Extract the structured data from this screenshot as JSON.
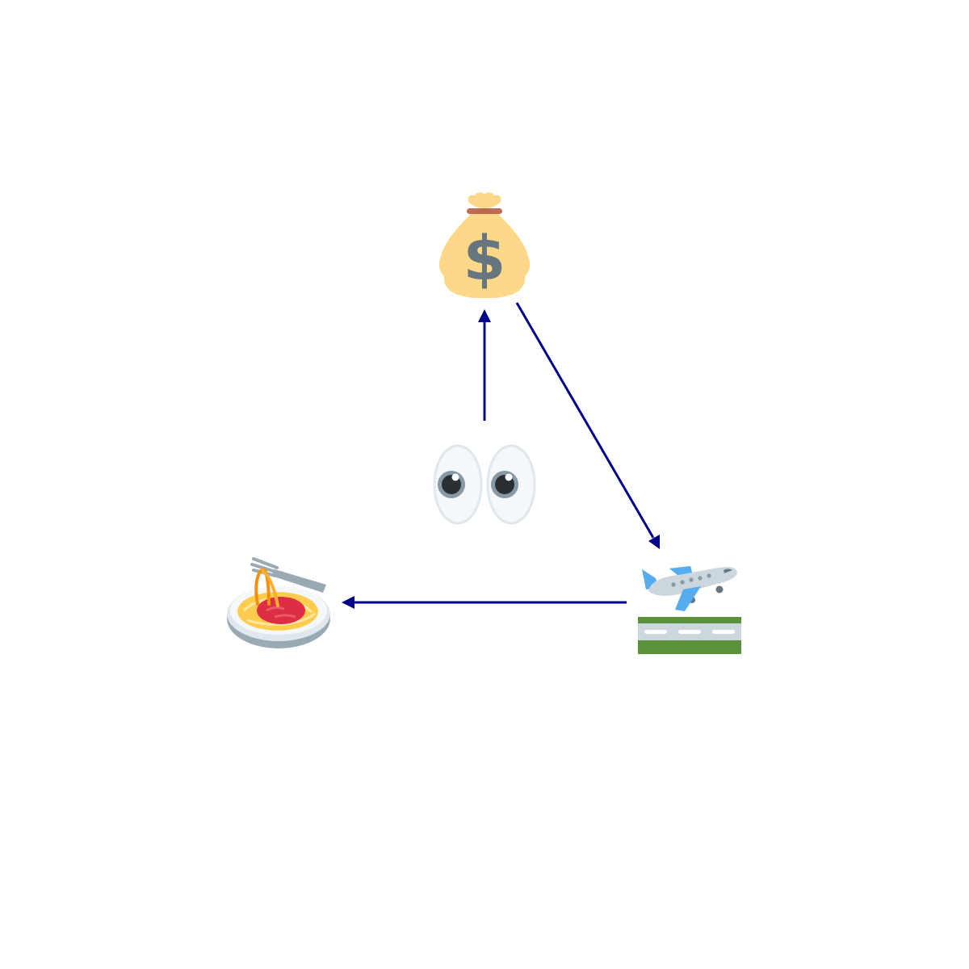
{
  "diagram": {
    "nodes": [
      {
        "id": "eyes",
        "icon": "eyes-icon"
      },
      {
        "id": "money",
        "icon": "money-bag-icon"
      },
      {
        "id": "departure",
        "icon": "airplane-departure-icon"
      },
      {
        "id": "spaghetti",
        "icon": "spaghetti-icon"
      }
    ],
    "edges": [
      {
        "from": "eyes",
        "to": "money"
      },
      {
        "from": "money",
        "to": "departure"
      },
      {
        "from": "departure",
        "to": "spaghetti"
      }
    ],
    "colors": {
      "edge": "#00008b",
      "background": "#ffffff"
    }
  }
}
